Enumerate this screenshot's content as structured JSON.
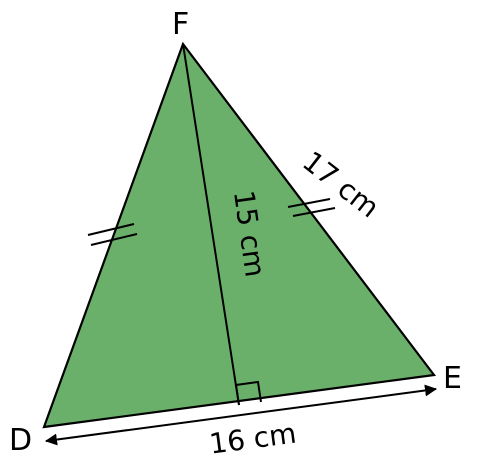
{
  "diagram": {
    "vertices": {
      "top": "F",
      "bottom_left": "D",
      "bottom_right": "E"
    },
    "measurements": {
      "height": "15 cm",
      "base": "16 cm",
      "right_side": "17 cm"
    },
    "colors": {
      "triangle_fill": "#6ab06a",
      "stroke": "#000000",
      "background": "#ffffff"
    },
    "marks": {
      "equal_sides": [
        "DF",
        "EF"
      ],
      "right_angle_at_foot_of_height": true
    }
  }
}
